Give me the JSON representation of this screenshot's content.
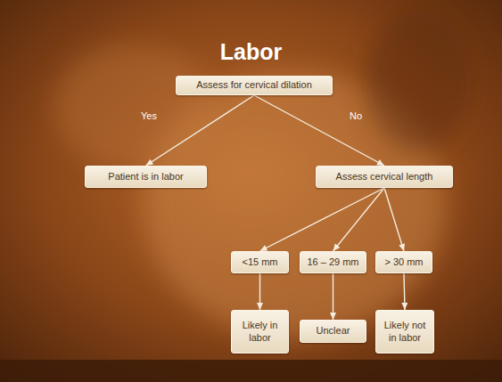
{
  "diagram": {
    "title": "Labor",
    "nodes": [
      {
        "text": [
          "Assess for cervical dilation"
        ]
      },
      {
        "text": [
          "Patient is in labor"
        ]
      },
      {
        "text": [
          "Assess cervical length"
        ]
      },
      {
        "text": [
          "<15 mm"
        ]
      },
      {
        "text": [
          "16 – 29 mm"
        ]
      },
      {
        "text": [
          "> 30 mm"
        ]
      },
      {
        "text": [
          "Likely in labor"
        ]
      },
      {
        "text": [
          "Unclear"
        ]
      },
      {
        "text": [
          "Likely not in labor"
        ]
      }
    ],
    "edges": [
      {
        "from": 0,
        "to": 1,
        "arrow": "to",
        "label": "Yes"
      },
      {
        "from": 0,
        "to": 2,
        "arrow": "to",
        "label": "No"
      },
      {
        "from": 2,
        "to": 3,
        "arrow": "to"
      },
      {
        "from": 2,
        "to": 4,
        "arrow": "to"
      },
      {
        "from": 2,
        "to": 5,
        "arrow": "to"
      },
      {
        "from": 3,
        "to": 6,
        "arrow": "to"
      },
      {
        "from": 4,
        "to": 7,
        "arrow": "to"
      },
      {
        "from": 5,
        "to": 8,
        "arrow": "to"
      }
    ]
  }
}
